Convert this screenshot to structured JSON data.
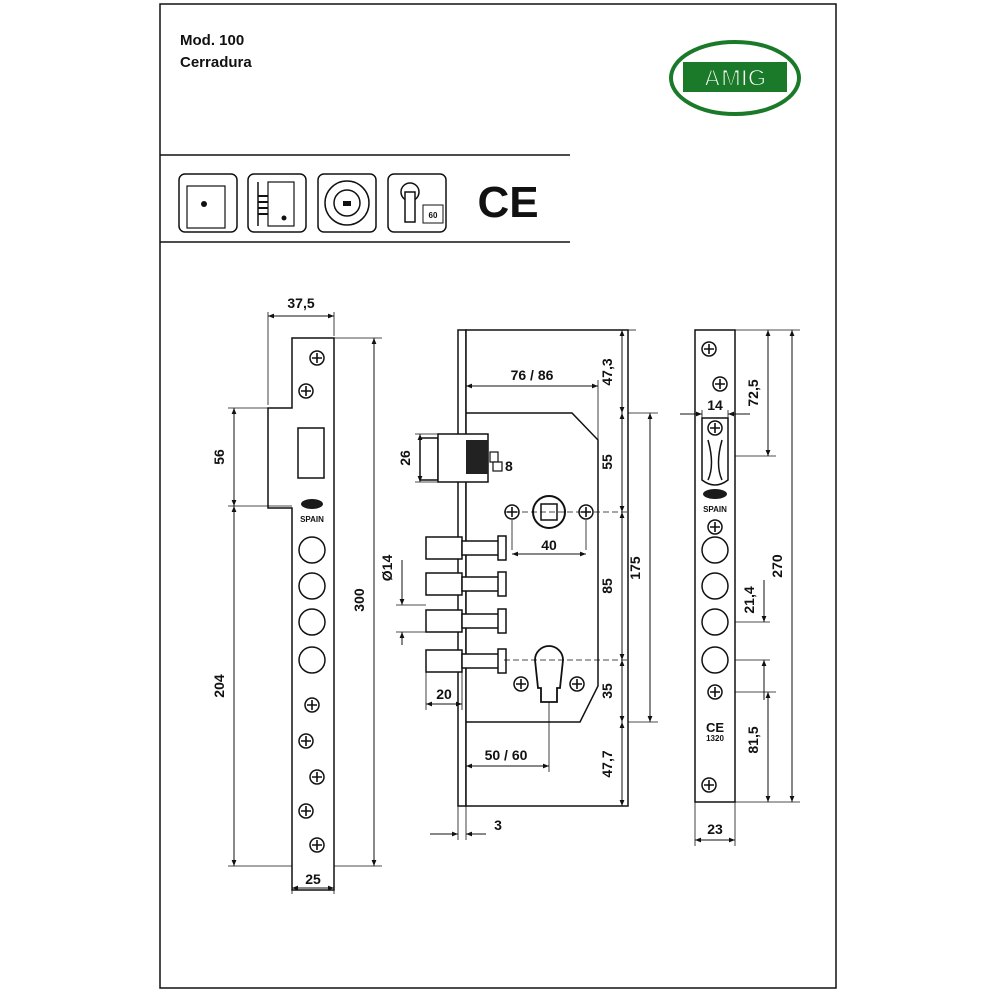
{
  "header": {
    "model": "Mod. 100",
    "product": "Cerradura"
  },
  "brand": {
    "logo_text": "AMIG",
    "color": "#1a7a2a"
  },
  "cert_mark": "CE",
  "icons": [
    {
      "name": "door-lock-icon"
    },
    {
      "name": "lock-section-icon"
    },
    {
      "name": "escutcheon-icon"
    },
    {
      "name": "cylinder-icon",
      "label": "60"
    }
  ],
  "faceplate": {
    "badge": "SPAIN",
    "dims": {
      "width_top": "37,5",
      "strike": "56",
      "lower": "204",
      "total": "300",
      "width_bottom": "25"
    }
  },
  "lock_body": {
    "dims": {
      "backset_top": "76 / 86",
      "top_offset": "47,3",
      "latch_height": "26",
      "square": "8",
      "follower_height": "55",
      "spindle_spacing": "40",
      "bolt_diameter": "Ø14",
      "centers": "85",
      "body_height": "175",
      "bolt_throw": "20",
      "cylinder_offset": "35",
      "backset": "50 / 60",
      "bottom_offset": "47,7",
      "plate_thickness": "3"
    }
  },
  "front_plate": {
    "dims": {
      "top": "72,5",
      "latch_width": "14",
      "bolt_spacing": "21,4",
      "total": "270",
      "bottom": "81,5",
      "width": "23"
    },
    "ce_mark": "CE",
    "code": "1320"
  }
}
